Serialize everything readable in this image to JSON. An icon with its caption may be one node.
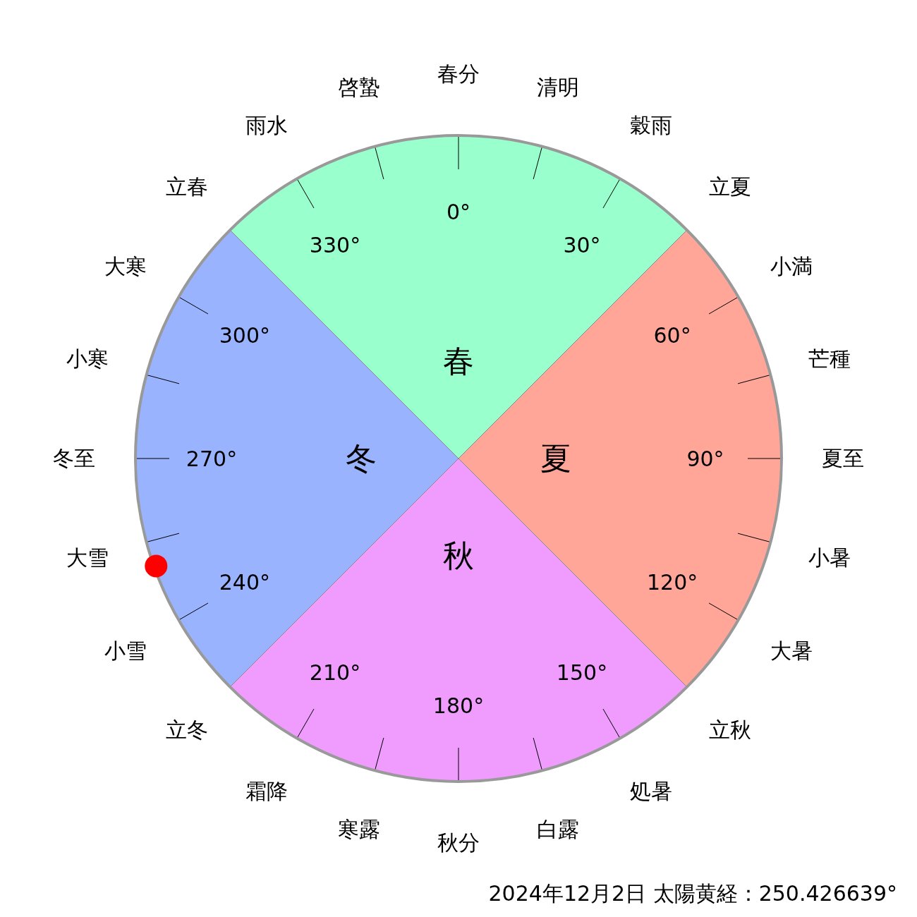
{
  "diagram": {
    "caption": "2024年12月2日 太陽黄経：250.426639°",
    "nodes": [
      {
        "text": [
          "春"
        ]
      },
      {
        "text": [
          "夏"
        ]
      },
      {
        "text": [
          "秋"
        ]
      },
      {
        "text": [
          "冬"
        ]
      }
    ],
    "labels": [
      "春分",
      "清明",
      "穀雨",
      "立夏",
      "小満",
      "芒種",
      "夏至",
      "小暑",
      "大暑",
      "立秋",
      "処暑",
      "白露",
      "秋分",
      "寒露",
      "霜降",
      "立冬",
      "小雪",
      "大雪",
      "冬至",
      "小寒",
      "大寒",
      "立春",
      "雨水",
      "啓蟄",
      "0°",
      "30°",
      "60°",
      "90°",
      "120°",
      "150°",
      "180°",
      "210°",
      "240°",
      "270°",
      "300°",
      "330°"
    ]
  }
}
